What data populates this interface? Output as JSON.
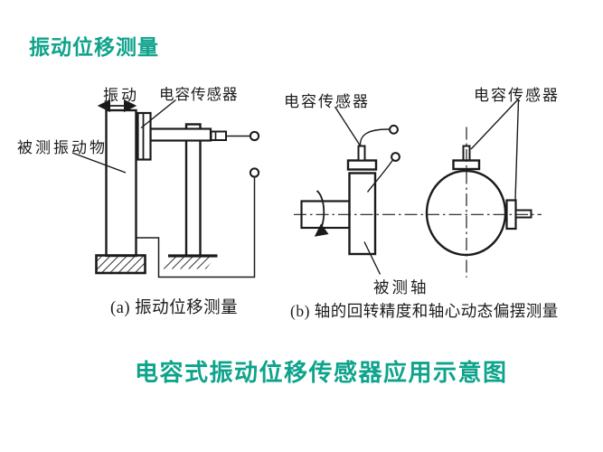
{
  "colors": {
    "accent_teal": "#0ea38b",
    "ink": "#1b1b1b"
  },
  "slide": {
    "title": "振动位移测量",
    "footer_title": "电容式振动位移传感器应用示意图"
  },
  "diagram_a": {
    "vibration_label": "振动",
    "sensor_label": "电容传感器",
    "object_label": "被测振动物",
    "caption": "(a) 振动位移测量"
  },
  "diagram_b": {
    "sensor_label": "电容传感器",
    "sensor_label_end_view": "电容传感器",
    "shaft_label": "被测轴",
    "caption": "(b) 轴的回转精度和轴心动态偏摆测量"
  }
}
